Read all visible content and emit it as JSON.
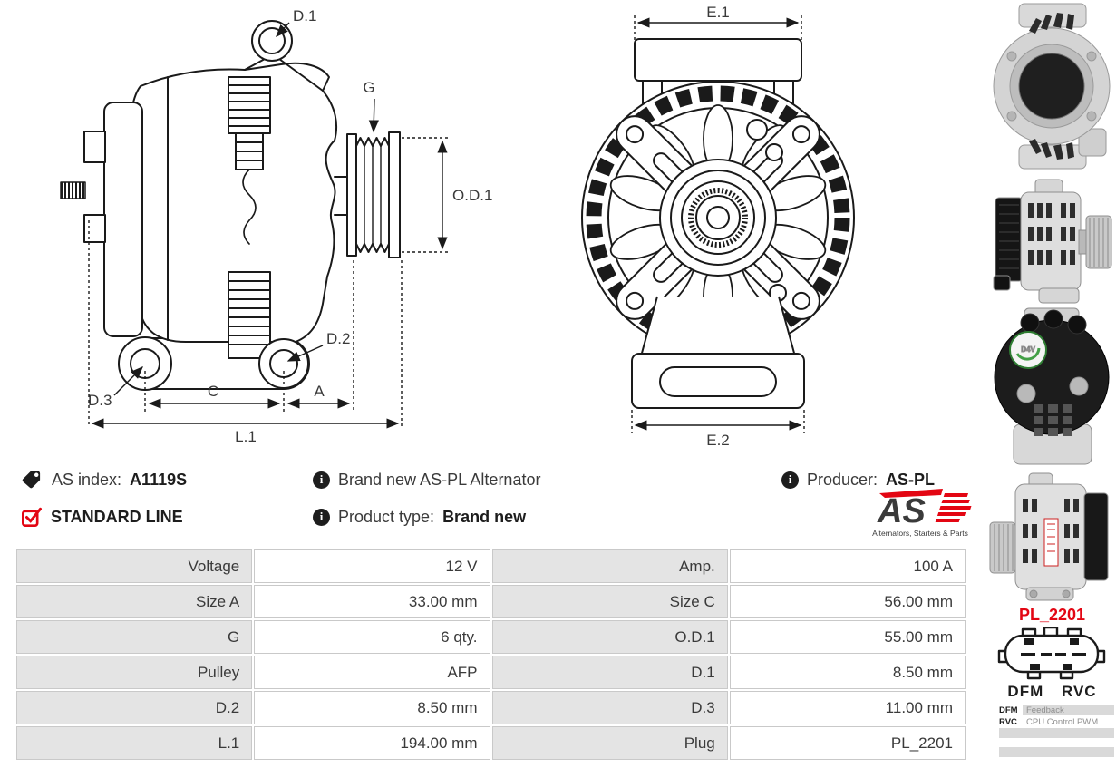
{
  "product": {
    "as_index_label": "AS index:",
    "as_index_value": "A1119S",
    "standard_line": "STANDARD LINE",
    "description": "Brand new AS-PL Alternator",
    "product_type_label": "Product type:",
    "product_type_value": "Brand new",
    "producer_label": "Producer:",
    "producer_value": "AS-PL"
  },
  "logo": {
    "name": "AS",
    "tagline": "Alternators, Starters & Parts"
  },
  "diagrams": {
    "side_view": {
      "labels": {
        "d1": "D.1",
        "g": "G",
        "od1": "O.D.1",
        "d2": "D.2",
        "d3": "D.3",
        "c": "C",
        "a": "A",
        "l1": "L.1"
      }
    },
    "front_view": {
      "labels": {
        "e1": "E.1",
        "e2": "E.2"
      }
    }
  },
  "spec_table": {
    "rows": [
      {
        "l1": "Voltage",
        "v1": "12 V",
        "l2": "Amp.",
        "v2": "100 A"
      },
      {
        "l1": "Size A",
        "v1": "33.00 mm",
        "l2": "Size C",
        "v2": "56.00 mm"
      },
      {
        "l1": "G",
        "v1": "6 qty.",
        "l2": "O.D.1",
        "v2": "55.00 mm"
      },
      {
        "l1": "Pulley",
        "v1": "AFP",
        "l2": "D.1",
        "v2": "8.50 mm"
      },
      {
        "l1": "D.2",
        "v1": "8.50 mm",
        "l2": "D.3",
        "v2": "11.00 mm"
      },
      {
        "l1": "L.1",
        "v1": "194.00 mm",
        "l2": "Plug",
        "v2": "PL_2201"
      }
    ]
  },
  "connector": {
    "name": "PL_2201",
    "pins": [
      "DFM",
      "RVC"
    ],
    "legend": [
      {
        "code": "DFM",
        "desc": "Feedback"
      },
      {
        "code": "RVC",
        "desc": "CPU Control PWM"
      }
    ]
  },
  "icons": {
    "info_glyph": "i"
  },
  "colors": {
    "brand_red": "#e30613",
    "table_label_bg": "#e4e4e4",
    "drawing_ink": "#1a1a1a"
  }
}
